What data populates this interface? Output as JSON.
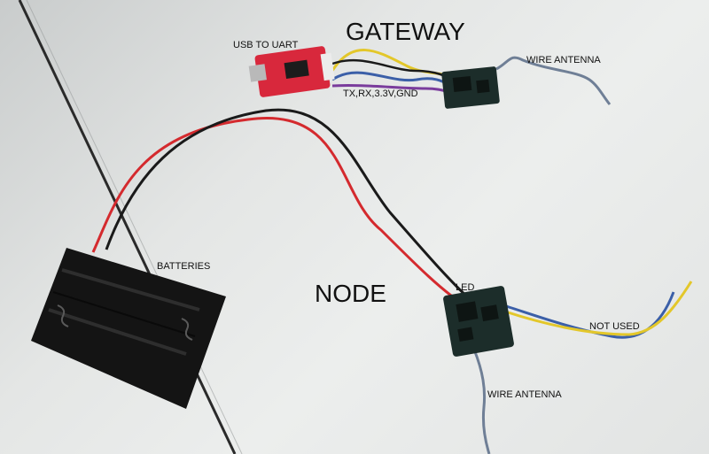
{
  "labels": {
    "gateway": "GATEWAY",
    "node": "NODE",
    "usb_to_uart": "USB TO UART",
    "pins": "TX,RX,3.3V,GND",
    "wire_antenna_gateway": "WIRE ANTENNA",
    "batteries": "BATTERIES",
    "led": "LED",
    "not_used": "NOT USED",
    "wire_antenna_node": "WIRE ANTENNA"
  },
  "colors": {
    "table": "#e6e8e7",
    "table_edge": "#2a2a2a",
    "uart_board": "#d8283c",
    "radio_board": "#1c2d2a",
    "battery_holder": "#141414",
    "wire_red": "#d42a2e",
    "wire_black": "#1a1a1a",
    "wire_yellow": "#e3c72a",
    "wire_blue": "#3b5fa8",
    "antenna": "#6f7f96"
  }
}
